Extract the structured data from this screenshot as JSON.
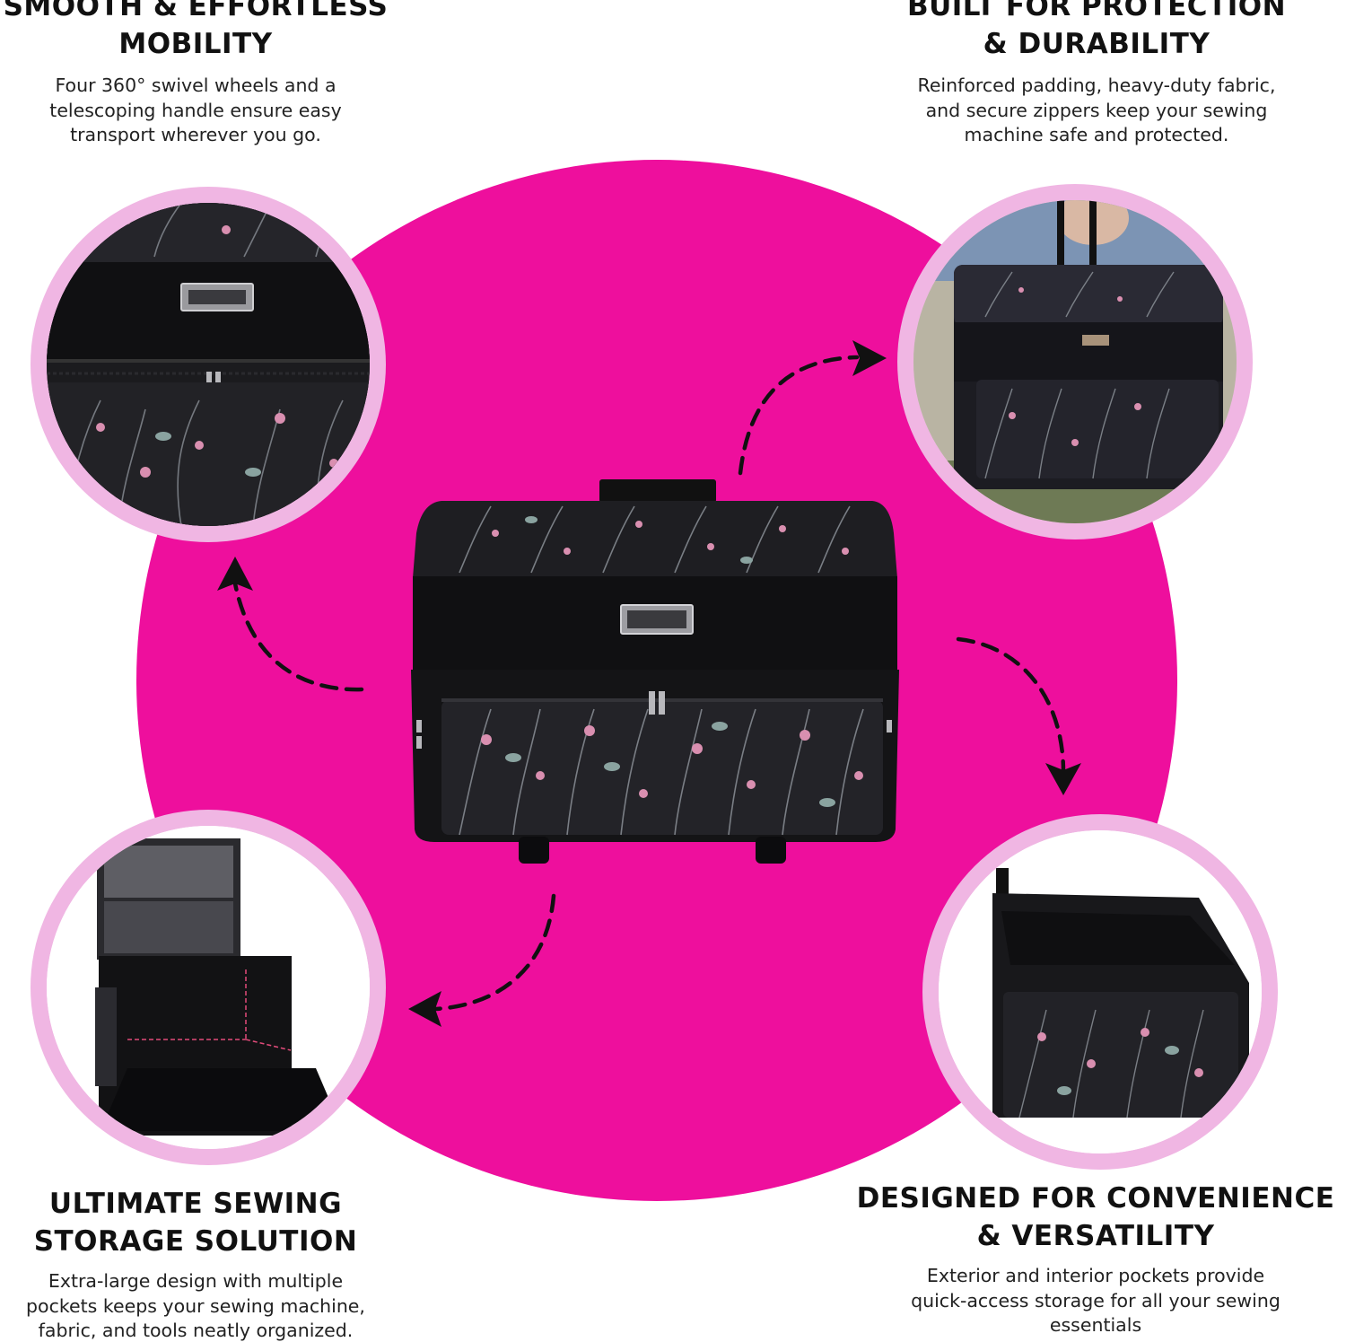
{
  "features": {
    "mobility": {
      "title_line1": "SMOOTH & EFFORTLESS",
      "title_line2": "MOBILITY",
      "desc_line1": "Four 360° swivel wheels and a",
      "desc_line2": "telescoping handle ensure easy",
      "desc_line3": "transport wherever you go."
    },
    "protection": {
      "title_line1": "BUILT FOR PROTECTION",
      "title_line2": "& DURABILITY",
      "desc_line1": "Reinforced padding, heavy-duty fabric,",
      "desc_line2": "and secure zippers keep your sewing",
      "desc_line3": "machine safe and protected."
    },
    "storage": {
      "title_line1": "ULTIMATE SEWING",
      "title_line2": "STORAGE SOLUTION",
      "desc_line1": "Extra-large design with multiple",
      "desc_line2": "pockets keeps your sewing machine,",
      "desc_line3": "fabric, and tools neatly organized."
    },
    "convenience": {
      "title_line1": "DESIGNED FOR CONVENIENCE",
      "title_line2": "& VERSATILITY",
      "desc_line1": "Exterior and interior pockets provide",
      "desc_line2": "quick-access storage for all your sewing",
      "desc_line3": "essentials"
    }
  },
  "colors": {
    "accent_pink": "#ee0f9d",
    "ring_pink": "#f0b6e3",
    "bag_black": "#1a1a1d",
    "floral_pink": "#d98fb0",
    "floral_grey": "#8a8f96"
  },
  "icons": {
    "arrow": "dashed-curved-arrow-icon",
    "bag": "rolling-sewing-bag"
  }
}
